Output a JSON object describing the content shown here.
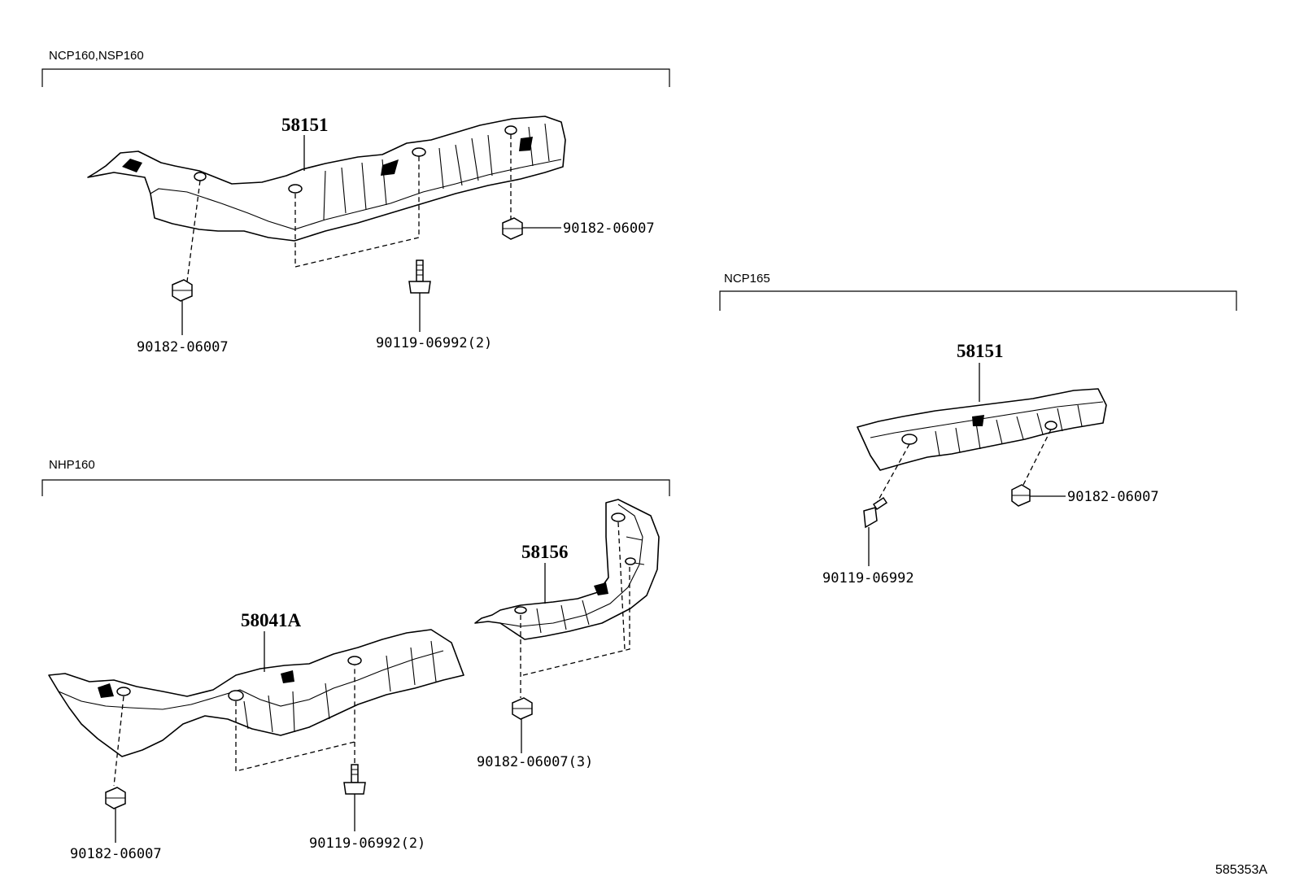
{
  "sections": {
    "ncp160": {
      "variant": "NCP160,NSP160",
      "part_main": "58151",
      "fastener_nut_right": "90182-06007",
      "fastener_nut_left": "90182-06007",
      "fastener_bolt": "90119-06992(2)"
    },
    "nhp160": {
      "variant": "NHP160",
      "part_main": "58041A",
      "part_second": "58156",
      "fastener_nut_left": "90182-06007",
      "fastener_bolt": "90119-06992(2)",
      "fastener_nut_right": "90182-06007(3)"
    },
    "ncp165": {
      "variant": "NCP165",
      "part_main": "58151",
      "fastener_nut": "90182-06007",
      "fastener_bolt": "90119-06992"
    }
  },
  "diagram_ref": "585353A"
}
